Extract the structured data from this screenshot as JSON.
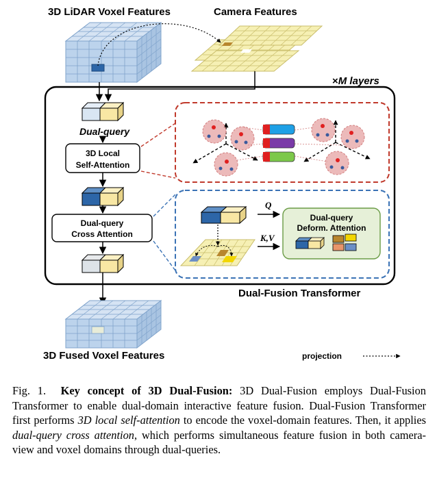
{
  "figure": {
    "top_labels": {
      "lidar": "3D LiDAR Voxel Features",
      "camera": "Camera Features"
    },
    "layers_label": {
      "times": "×",
      "m": "M",
      "rest": " layers"
    },
    "dual_query": "Dual-query",
    "self_attn": {
      "line1": "3D Local",
      "line2": "Self-Attention"
    },
    "cross_attn": {
      "line1": "Dual-query",
      "line2": "Cross Attention"
    },
    "transformer_title": "Dual-Fusion Transformer",
    "q_label": "Q",
    "kv_label": "K,V",
    "deform": {
      "line1": "Dual-query",
      "line2": "Deform. Attention"
    },
    "output_label": "3D Fused Voxel Features",
    "projection_label": "projection"
  },
  "caption": {
    "fig_num": "Fig. 1.",
    "title": "Key concept of 3D Dual-Fusion:",
    "t1": " 3D Dual-Fusion employs Dual-Fusion Transformer to enable dual-domain interactive feature fusion. Dual-Fusion Transformer first performs ",
    "e1": "3D local self-attention",
    "t2": " to encode the voxel-domain features. Then, it applies ",
    "e2": "dual-query cross attention",
    "t3": ", which performs simultaneous feature fusion in both camera-view and voxel domains through dual-queries."
  },
  "colors": {
    "voxel_blue": "#bcd3ec",
    "voxel_dark": "#2d66a8",
    "camera_yellow": "#f6f0b4",
    "red_dash": "#c0392b",
    "blue_dash": "#3a72b5",
    "green_box": "#e6f0d8"
  }
}
